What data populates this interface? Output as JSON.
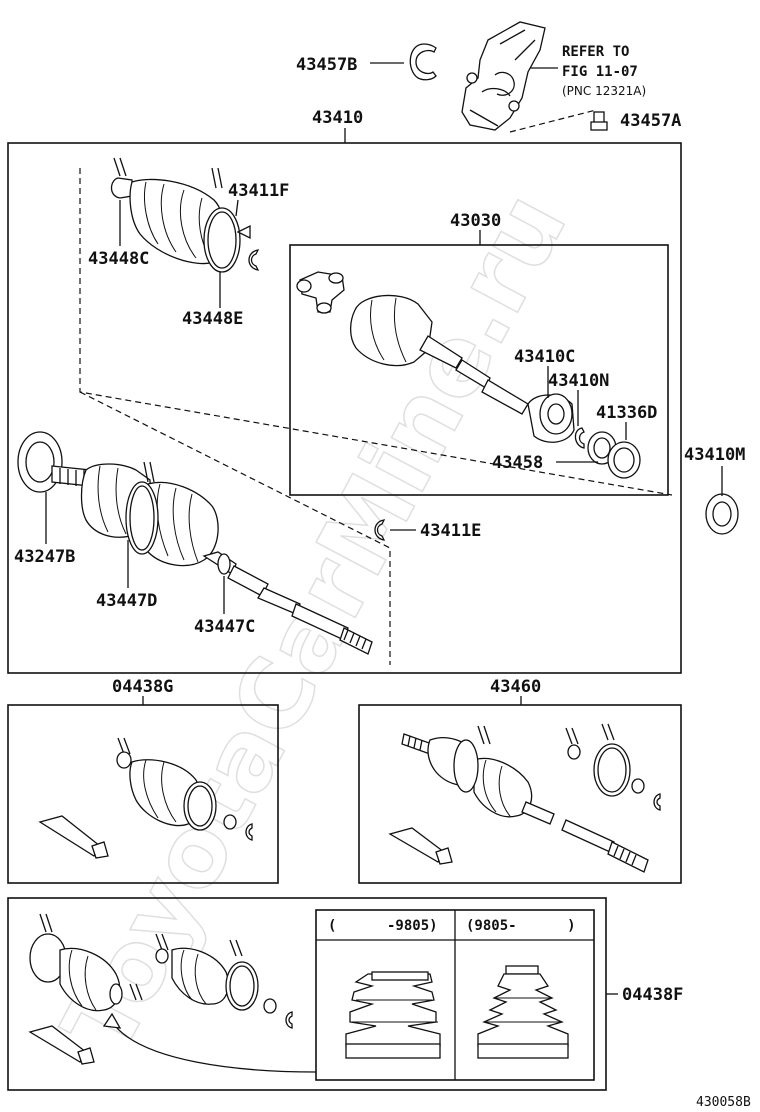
{
  "labels": {
    "p43457B": "43457B",
    "p43410": "43410",
    "p43411F": "43411F",
    "p43448C": "43448C",
    "p43448E": "43448E",
    "p43030": "43030",
    "p43410C": "43410C",
    "p43410N": "43410N",
    "p41336D": "41336D",
    "p43458": "43458",
    "p43410M": "43410M",
    "p43411E": "43411E",
    "p43247B": "43247B",
    "p43447D": "43447D",
    "p43447C": "43447C",
    "p04438G": "04438G",
    "p43460": "43460",
    "p04438F": "04438F",
    "p43457A": "43457A"
  },
  "refer": {
    "line1": "REFER TO",
    "line2": "FIG 11-07",
    "line3": "(PNC 12321A)"
  },
  "date_ranges": {
    "left": "(      -9805)",
    "right": "(9805-      )"
  },
  "figure_id": "430058B",
  "watermark": "ToyotaCarMine.ru"
}
